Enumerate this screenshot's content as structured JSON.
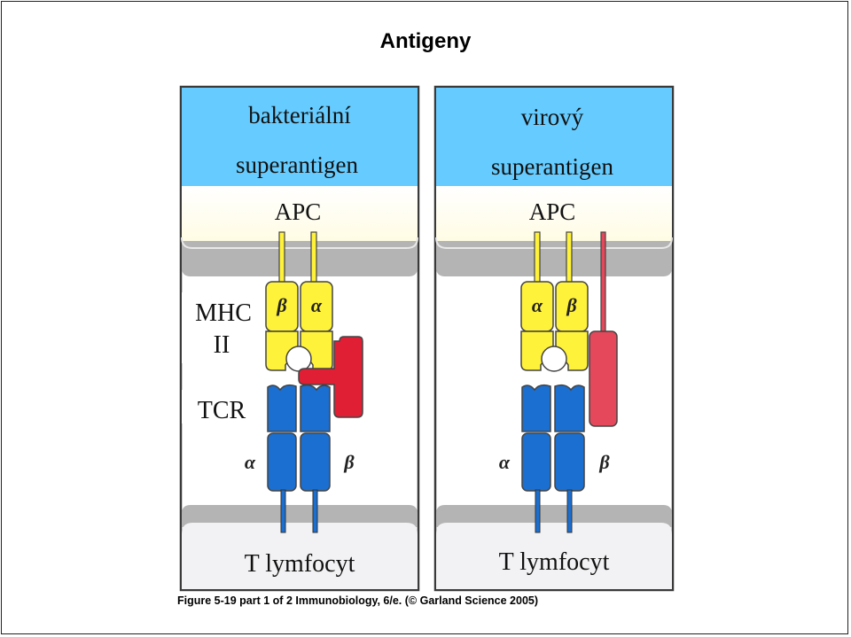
{
  "title": "Antigeny",
  "panels": [
    {
      "header_line1": "bakteriální",
      "header_line2": "superantigen",
      "apc_label": "APC",
      "chain_top_left": "β",
      "chain_top_right": "α",
      "chain_bottom_left": "α",
      "chain_bottom_right": "β",
      "t_cell_label": "T lymfocyt"
    },
    {
      "header_line1": "virový",
      "header_line2": "superantigen",
      "apc_label": "APC",
      "chain_top_left": "α",
      "chain_top_right": "β",
      "chain_bottom_left": "α",
      "chain_bottom_right": "β",
      "t_cell_label": "T lymfocyt"
    }
  ],
  "side_labels": {
    "mhc_line1": "MHC",
    "mhc_line2": "II",
    "tcr": "TCR"
  },
  "caption": "Figure 5-19 part 1 of 2  Immunobiology, 6/e. (© Garland Science 2005)",
  "colors": {
    "header_blue": "#66ccff",
    "mhc_yellow": "#fff23a",
    "tcr_blue": "#1a6fd1",
    "superantigen_bacterial": "#e01f35",
    "superantigen_viral": "#e4485a",
    "membrane_gray": "#b4b4b4",
    "panel_border": "#3a3a3a"
  }
}
